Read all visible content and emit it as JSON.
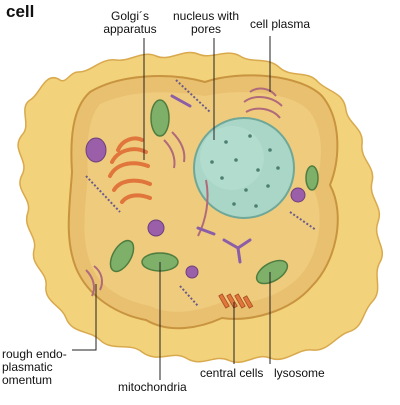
{
  "title": "cell",
  "labels": {
    "golgi_line1": "Golgi´s",
    "golgi_line2": "apparatus",
    "nucleus_line1": "nucleus with",
    "nucleus_line2": "pores",
    "cell_plasma": "cell plasma",
    "rough_line1": "rough endo-",
    "rough_line2": "plasmatic",
    "rough_line3": "omentum",
    "mitochondria": "mitochondria",
    "central_cells": "central cells",
    "lysosome": "lysosome"
  },
  "colors": {
    "outer_membrane": "#f2d27a",
    "cytoplasm": "#e9c070",
    "inner_cytoplasm": "#f0cd82",
    "nucleus": "#a9d6c6",
    "mitochondria": "#7fb069",
    "golgi": "#e0763c",
    "lysosome": "#9a5fa8",
    "reticulum": "#b06a7a",
    "leader_line": "#222222"
  }
}
